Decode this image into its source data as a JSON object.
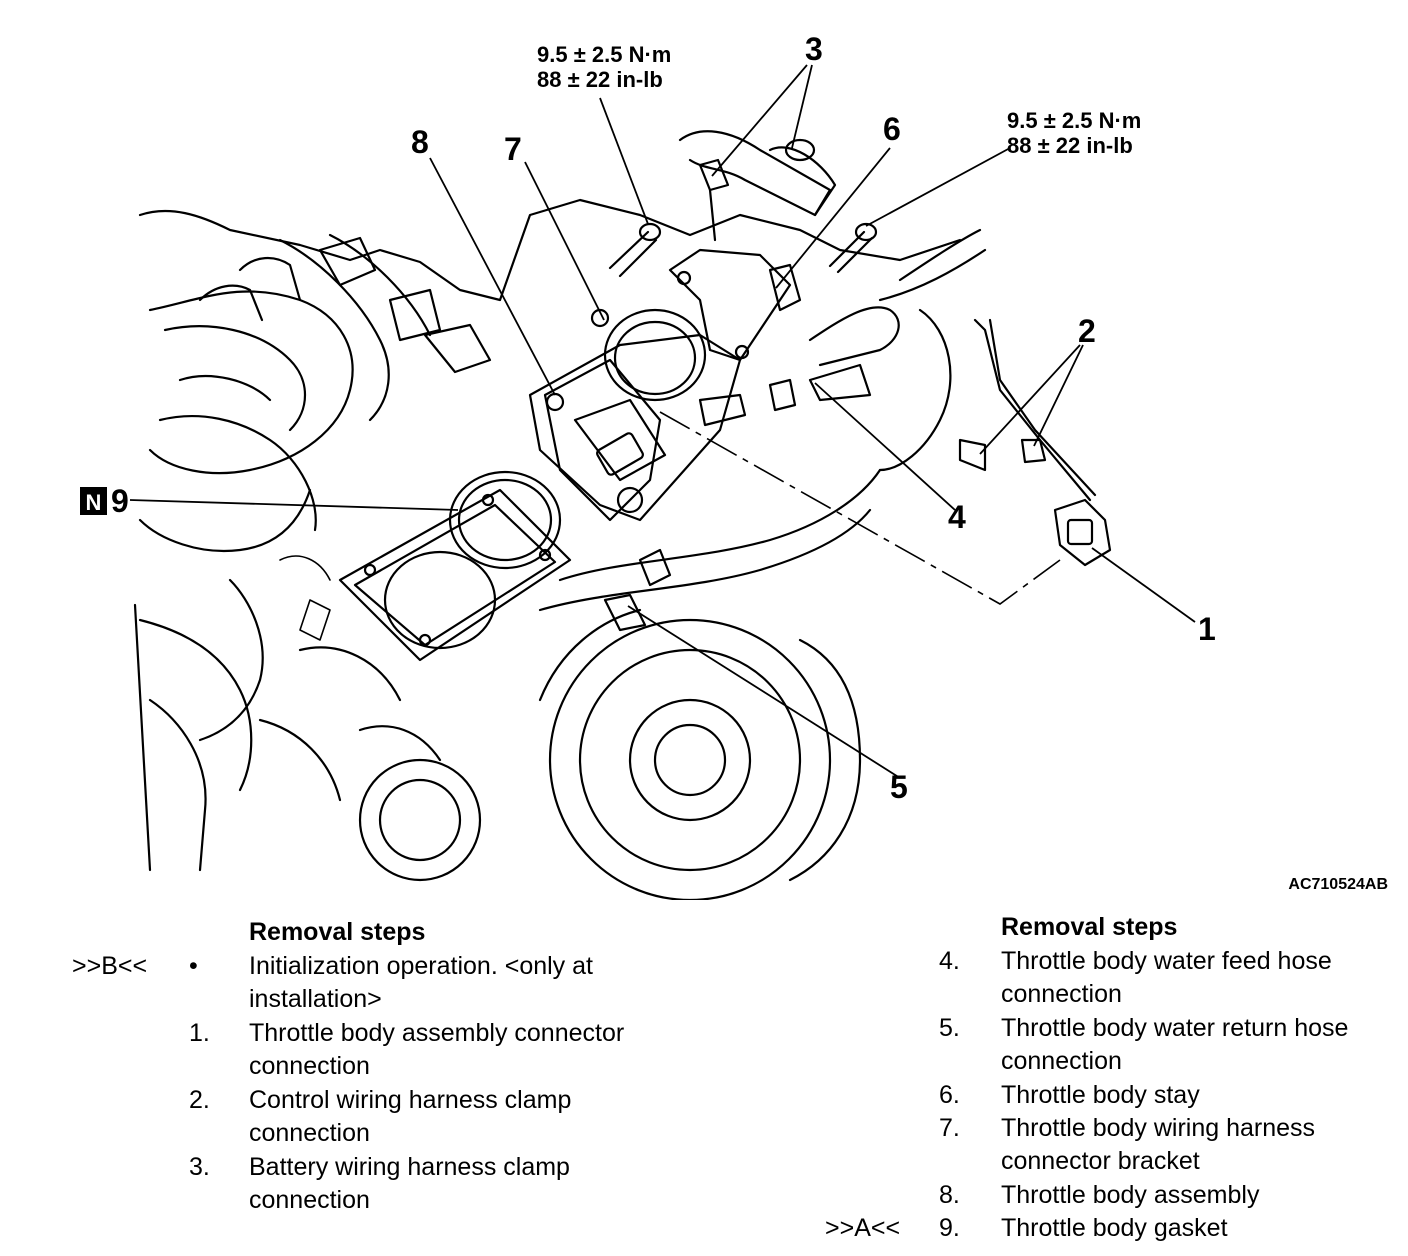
{
  "figure_id": "AC710524AB",
  "callouts": {
    "c1": "1",
    "c2": "2",
    "c3": "3",
    "c4": "4",
    "c5": "5",
    "c6": "6",
    "c7": "7",
    "c8": "8",
    "c9": "9",
    "n_badge": "N"
  },
  "torque_left": {
    "line1": "9.5 ± 2.5 N·m",
    "line2": "88 ± 22 in-lb"
  },
  "torque_right": {
    "line1": "9.5 ± 2.5 N·m",
    "line2": "88 ± 22 in-lb"
  },
  "left_steps": {
    "heading": "Removal steps",
    "items": [
      {
        "code": ">>B<<",
        "num": "•",
        "text": "Initialization operation. <only at installation>"
      },
      {
        "code": "",
        "num": "1.",
        "text": "Throttle body assembly connector connection"
      },
      {
        "code": "",
        "num": "2.",
        "text": "Control wiring harness clamp connection"
      },
      {
        "code": "",
        "num": "3.",
        "text": "Battery wiring harness clamp connection"
      }
    ]
  },
  "right_steps": {
    "heading": "Removal steps",
    "items": [
      {
        "code": "",
        "num": "4.",
        "text": "Throttle body water feed hose connection"
      },
      {
        "code": "",
        "num": "5.",
        "text": "Throttle body water return hose connection"
      },
      {
        "code": "",
        "num": "6.",
        "text": "Throttle body stay"
      },
      {
        "code": "",
        "num": "7.",
        "text": "Throttle body wiring harness connector bracket"
      },
      {
        "code": "",
        "num": "8.",
        "text": "Throttle body assembly"
      },
      {
        "code": ">>A<<",
        "num": "9.",
        "text": "Throttle body gasket"
      }
    ]
  }
}
